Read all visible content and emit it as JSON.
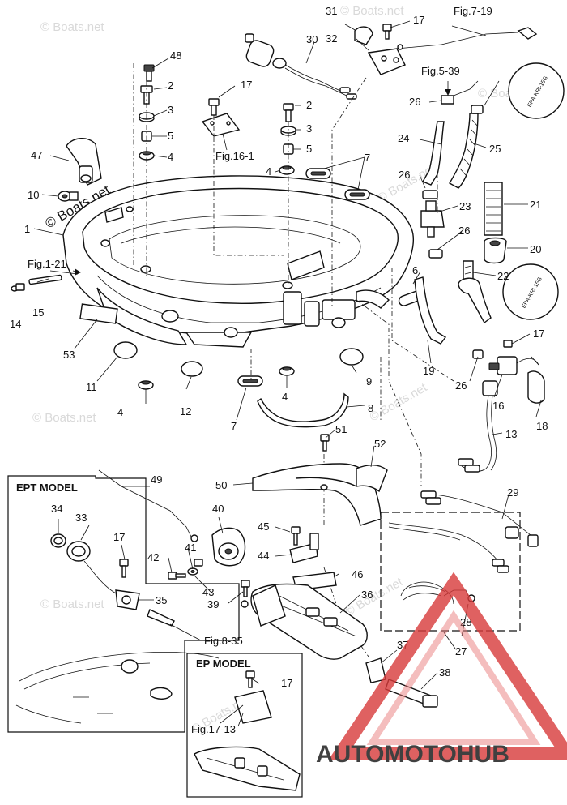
{
  "watermark": "© Boats.net",
  "brand": {
    "logo_text": "AUTOMOTOHUB",
    "colors": {
      "red": "#d83a3a",
      "orange": "#f2a51a",
      "dark": "#222222"
    }
  },
  "boxes": {
    "ept": "EPT MODEL",
    "ep": "EP MODEL"
  },
  "refs": {
    "fig_7_19": "Fig.7-19",
    "fig_5_39": "Fig.5-39",
    "fig_16_1": "Fig.16-1",
    "fig_1_21": "Fig.1-21",
    "fig_8_35": "Fig.8-35",
    "fig_17_13": "Fig.17-13"
  },
  "tags": {
    "epa": "EPA-KRI-15G"
  },
  "callouts": {
    "c1": "1",
    "c2a": "2",
    "c2b": "2",
    "c3a": "3",
    "c3b": "3",
    "c4a": "4",
    "c4b": "4",
    "c4c": "4",
    "c4d": "4",
    "c5a": "5",
    "c5b": "5",
    "c6": "6",
    "c7a": "7",
    "c7b": "7",
    "c8": "8",
    "c9": "9",
    "c10": "10",
    "c11": "11",
    "c12": "12",
    "c13": "13",
    "c14": "14",
    "c15": "15",
    "c16": "16",
    "c17a": "17",
    "c17b": "17",
    "c17c": "17",
    "c17d": "17",
    "c17e": "17",
    "c18": "18",
    "c19": "19",
    "c20": "20",
    "c21": "21",
    "c22": "22",
    "c23": "23",
    "c24": "24",
    "c25": "25",
    "c26a": "26",
    "c26b": "26",
    "c26c": "26",
    "c26d": "26",
    "c27": "27",
    "c28": "28",
    "c29": "29",
    "c30": "30",
    "c31": "31",
    "c32": "32",
    "c33": "33",
    "c34": "34",
    "c35": "35",
    "c36": "36",
    "c37": "37",
    "c38": "38",
    "c39": "39",
    "c40": "40",
    "c41": "41",
    "c42": "42",
    "c43": "43",
    "c44": "44",
    "c45": "45",
    "c46": "46",
    "c47": "47",
    "c48": "48",
    "c49": "49",
    "c50": "50",
    "c51": "51",
    "c52": "52",
    "c53": "53"
  }
}
